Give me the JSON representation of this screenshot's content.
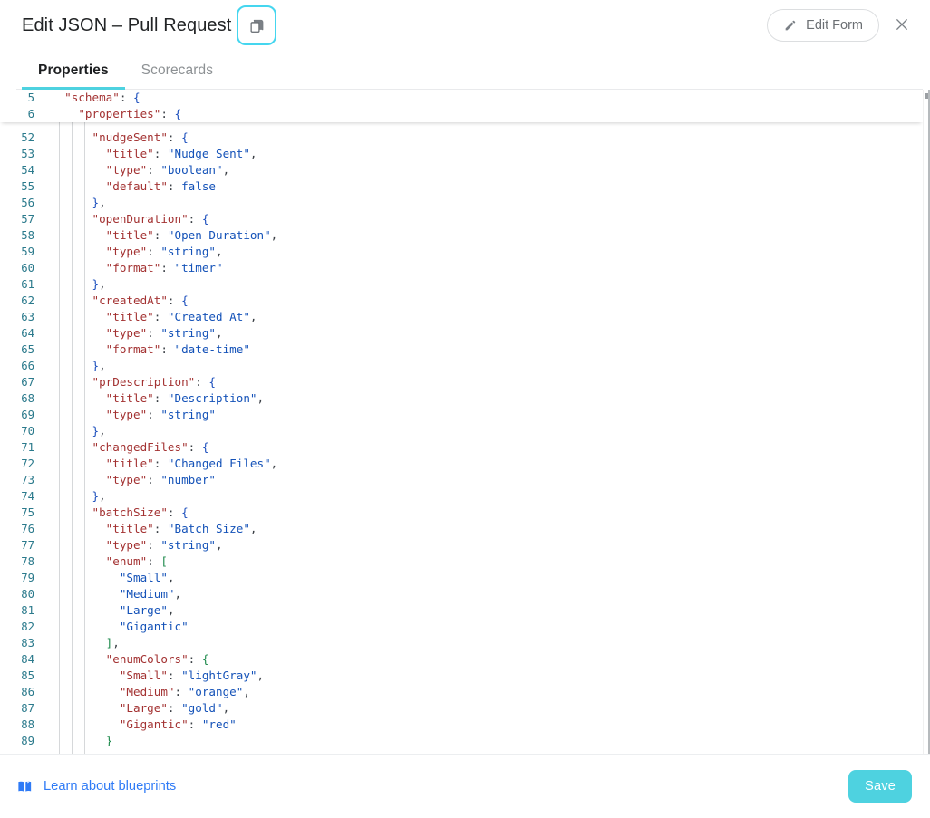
{
  "header": {
    "title": "Edit JSON – Pull Request",
    "copy_icon": "copy-icon",
    "edit_form_label": "Edit Form",
    "edit_form_icon": "pencil-icon",
    "close_icon": "close-icon"
  },
  "tabs": [
    {
      "label": "Properties",
      "active": true
    },
    {
      "label": "Scorecards",
      "active": false
    }
  ],
  "editor": {
    "language": "json",
    "sticky_lines": [
      {
        "num": "5",
        "indent": 1,
        "tokens": [
          {
            "t": "\"schema\"",
            "c": "k"
          },
          {
            "t": ": ",
            "c": "p"
          },
          {
            "t": "{",
            "c": "br"
          }
        ]
      },
      {
        "num": "6",
        "indent": 2,
        "tokens": [
          {
            "t": "\"properties\"",
            "c": "k"
          },
          {
            "t": ": ",
            "c": "p"
          },
          {
            "t": "{",
            "c": "br"
          }
        ]
      }
    ],
    "lines": [
      {
        "num": "52",
        "indent": 3,
        "tokens": [
          {
            "t": "\"nudgeSent\"",
            "c": "k"
          },
          {
            "t": ": ",
            "c": "p"
          },
          {
            "t": "{",
            "c": "br"
          }
        ]
      },
      {
        "num": "53",
        "indent": 4,
        "tokens": [
          {
            "t": "\"title\"",
            "c": "k"
          },
          {
            "t": ": ",
            "c": "p"
          },
          {
            "t": "\"Nudge Sent\"",
            "c": "s"
          },
          {
            "t": ",",
            "c": "p"
          }
        ]
      },
      {
        "num": "54",
        "indent": 4,
        "tokens": [
          {
            "t": "\"type\"",
            "c": "k"
          },
          {
            "t": ": ",
            "c": "p"
          },
          {
            "t": "\"boolean\"",
            "c": "s"
          },
          {
            "t": ",",
            "c": "p"
          }
        ]
      },
      {
        "num": "55",
        "indent": 4,
        "tokens": [
          {
            "t": "\"default\"",
            "c": "k"
          },
          {
            "t": ": ",
            "c": "p"
          },
          {
            "t": "false",
            "c": "lit"
          }
        ]
      },
      {
        "num": "56",
        "indent": 3,
        "tokens": [
          {
            "t": "}",
            "c": "br"
          },
          {
            "t": ",",
            "c": "p"
          }
        ]
      },
      {
        "num": "57",
        "indent": 3,
        "tokens": [
          {
            "t": "\"openDuration\"",
            "c": "k"
          },
          {
            "t": ": ",
            "c": "p"
          },
          {
            "t": "{",
            "c": "br"
          }
        ]
      },
      {
        "num": "58",
        "indent": 4,
        "tokens": [
          {
            "t": "\"title\"",
            "c": "k"
          },
          {
            "t": ": ",
            "c": "p"
          },
          {
            "t": "\"Open Duration\"",
            "c": "s"
          },
          {
            "t": ",",
            "c": "p"
          }
        ]
      },
      {
        "num": "59",
        "indent": 4,
        "tokens": [
          {
            "t": "\"type\"",
            "c": "k"
          },
          {
            "t": ": ",
            "c": "p"
          },
          {
            "t": "\"string\"",
            "c": "s"
          },
          {
            "t": ",",
            "c": "p"
          }
        ]
      },
      {
        "num": "60",
        "indent": 4,
        "tokens": [
          {
            "t": "\"format\"",
            "c": "k"
          },
          {
            "t": ": ",
            "c": "p"
          },
          {
            "t": "\"timer\"",
            "c": "s"
          }
        ]
      },
      {
        "num": "61",
        "indent": 3,
        "tokens": [
          {
            "t": "}",
            "c": "br"
          },
          {
            "t": ",",
            "c": "p"
          }
        ]
      },
      {
        "num": "62",
        "indent": 3,
        "tokens": [
          {
            "t": "\"createdAt\"",
            "c": "k"
          },
          {
            "t": ": ",
            "c": "p"
          },
          {
            "t": "{",
            "c": "br"
          }
        ]
      },
      {
        "num": "63",
        "indent": 4,
        "tokens": [
          {
            "t": "\"title\"",
            "c": "k"
          },
          {
            "t": ": ",
            "c": "p"
          },
          {
            "t": "\"Created At\"",
            "c": "s"
          },
          {
            "t": ",",
            "c": "p"
          }
        ]
      },
      {
        "num": "64",
        "indent": 4,
        "tokens": [
          {
            "t": "\"type\"",
            "c": "k"
          },
          {
            "t": ": ",
            "c": "p"
          },
          {
            "t": "\"string\"",
            "c": "s"
          },
          {
            "t": ",",
            "c": "p"
          }
        ]
      },
      {
        "num": "65",
        "indent": 4,
        "tokens": [
          {
            "t": "\"format\"",
            "c": "k"
          },
          {
            "t": ": ",
            "c": "p"
          },
          {
            "t": "\"date-time\"",
            "c": "s"
          }
        ]
      },
      {
        "num": "66",
        "indent": 3,
        "tokens": [
          {
            "t": "}",
            "c": "br"
          },
          {
            "t": ",",
            "c": "p"
          }
        ]
      },
      {
        "num": "67",
        "indent": 3,
        "tokens": [
          {
            "t": "\"prDescription\"",
            "c": "k"
          },
          {
            "t": ": ",
            "c": "p"
          },
          {
            "t": "{",
            "c": "br"
          }
        ]
      },
      {
        "num": "68",
        "indent": 4,
        "tokens": [
          {
            "t": "\"title\"",
            "c": "k"
          },
          {
            "t": ": ",
            "c": "p"
          },
          {
            "t": "\"Description\"",
            "c": "s"
          },
          {
            "t": ",",
            "c": "p"
          }
        ]
      },
      {
        "num": "69",
        "indent": 4,
        "tokens": [
          {
            "t": "\"type\"",
            "c": "k"
          },
          {
            "t": ": ",
            "c": "p"
          },
          {
            "t": "\"string\"",
            "c": "s"
          }
        ]
      },
      {
        "num": "70",
        "indent": 3,
        "tokens": [
          {
            "t": "}",
            "c": "br"
          },
          {
            "t": ",",
            "c": "p"
          }
        ]
      },
      {
        "num": "71",
        "indent": 3,
        "tokens": [
          {
            "t": "\"changedFiles\"",
            "c": "k"
          },
          {
            "t": ": ",
            "c": "p"
          },
          {
            "t": "{",
            "c": "br"
          }
        ]
      },
      {
        "num": "72",
        "indent": 4,
        "tokens": [
          {
            "t": "\"title\"",
            "c": "k"
          },
          {
            "t": ": ",
            "c": "p"
          },
          {
            "t": "\"Changed Files\"",
            "c": "s"
          },
          {
            "t": ",",
            "c": "p"
          }
        ]
      },
      {
        "num": "73",
        "indent": 4,
        "tokens": [
          {
            "t": "\"type\"",
            "c": "k"
          },
          {
            "t": ": ",
            "c": "p"
          },
          {
            "t": "\"number\"",
            "c": "s"
          }
        ]
      },
      {
        "num": "74",
        "indent": 3,
        "tokens": [
          {
            "t": "}",
            "c": "br"
          },
          {
            "t": ",",
            "c": "p"
          }
        ]
      },
      {
        "num": "75",
        "indent": 3,
        "tokens": [
          {
            "t": "\"batchSize\"",
            "c": "k"
          },
          {
            "t": ": ",
            "c": "p"
          },
          {
            "t": "{",
            "c": "br"
          }
        ]
      },
      {
        "num": "76",
        "indent": 4,
        "tokens": [
          {
            "t": "\"title\"",
            "c": "k"
          },
          {
            "t": ": ",
            "c": "p"
          },
          {
            "t": "\"Batch Size\"",
            "c": "s"
          },
          {
            "t": ",",
            "c": "p"
          }
        ]
      },
      {
        "num": "77",
        "indent": 4,
        "tokens": [
          {
            "t": "\"type\"",
            "c": "k"
          },
          {
            "t": ": ",
            "c": "p"
          },
          {
            "t": "\"string\"",
            "c": "s"
          },
          {
            "t": ",",
            "c": "p"
          }
        ]
      },
      {
        "num": "78",
        "indent": 4,
        "tokens": [
          {
            "t": "\"enum\"",
            "c": "k"
          },
          {
            "t": ": ",
            "c": "p"
          },
          {
            "t": "[",
            "c": "bk"
          }
        ]
      },
      {
        "num": "79",
        "indent": 5,
        "tokens": [
          {
            "t": "\"Small\"",
            "c": "s"
          },
          {
            "t": ",",
            "c": "p"
          }
        ]
      },
      {
        "num": "80",
        "indent": 5,
        "tokens": [
          {
            "t": "\"Medium\"",
            "c": "s"
          },
          {
            "t": ",",
            "c": "p"
          }
        ]
      },
      {
        "num": "81",
        "indent": 5,
        "tokens": [
          {
            "t": "\"Large\"",
            "c": "s"
          },
          {
            "t": ",",
            "c": "p"
          }
        ]
      },
      {
        "num": "82",
        "indent": 5,
        "tokens": [
          {
            "t": "\"Gigantic\"",
            "c": "s"
          }
        ]
      },
      {
        "num": "83",
        "indent": 4,
        "tokens": [
          {
            "t": "]",
            "c": "bk"
          },
          {
            "t": ",",
            "c": "p"
          }
        ]
      },
      {
        "num": "84",
        "indent": 4,
        "tokens": [
          {
            "t": "\"enumColors\"",
            "c": "k"
          },
          {
            "t": ": ",
            "c": "p"
          },
          {
            "t": "{",
            "c": "bk"
          }
        ]
      },
      {
        "num": "85",
        "indent": 5,
        "tokens": [
          {
            "t": "\"Small\"",
            "c": "k"
          },
          {
            "t": ": ",
            "c": "p"
          },
          {
            "t": "\"lightGray\"",
            "c": "s"
          },
          {
            "t": ",",
            "c": "p"
          }
        ]
      },
      {
        "num": "86",
        "indent": 5,
        "tokens": [
          {
            "t": "\"Medium\"",
            "c": "k"
          },
          {
            "t": ": ",
            "c": "p"
          },
          {
            "t": "\"orange\"",
            "c": "s"
          },
          {
            "t": ",",
            "c": "p"
          }
        ]
      },
      {
        "num": "87",
        "indent": 5,
        "tokens": [
          {
            "t": "\"Large\"",
            "c": "k"
          },
          {
            "t": ": ",
            "c": "p"
          },
          {
            "t": "\"gold\"",
            "c": "s"
          },
          {
            "t": ",",
            "c": "p"
          }
        ]
      },
      {
        "num": "88",
        "indent": 5,
        "tokens": [
          {
            "t": "\"Gigantic\"",
            "c": "k"
          },
          {
            "t": ": ",
            "c": "p"
          },
          {
            "t": "\"red\"",
            "c": "s"
          }
        ]
      },
      {
        "num": "89",
        "indent": 4,
        "tokens": [
          {
            "t": "}",
            "c": "bk"
          }
        ]
      }
    ],
    "scrollbar": {
      "orientation": "vertical",
      "thumb_top_pct": 1,
      "thumb_size_pct": 1
    }
  },
  "footer": {
    "learn_label": "Learn about blueprints",
    "learn_icon": "book-icon",
    "save_label": "Save"
  },
  "colors": {
    "accent": "#4ed2e0",
    "focus_ring": "#45d6ef",
    "link": "#2f7bf6",
    "json_key": "#a33232",
    "json_string": "#1452b8",
    "json_brace": "#1c4fbd",
    "json_bracket": "#1e8a4c",
    "line_number": "#2b7a8c"
  }
}
